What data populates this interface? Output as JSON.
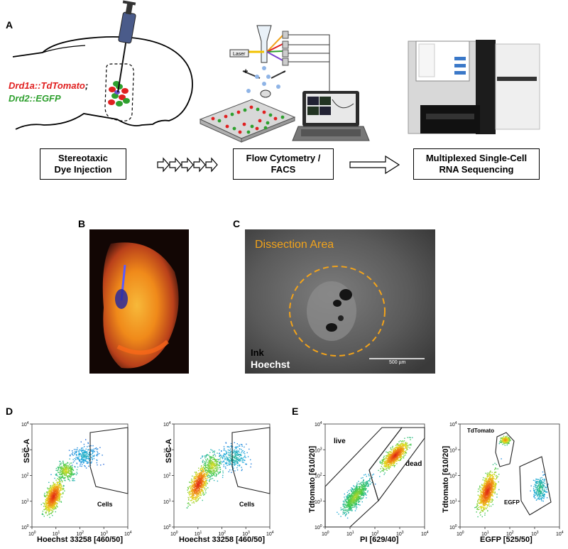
{
  "panels": {
    "A": "A",
    "B": "B",
    "C": "C",
    "D": "D",
    "E": "E"
  },
  "panel_a": {
    "genotype_red": "Drd1a::TdTomato",
    "genotype_sep": ";",
    "genotype_green": "Drd2::EGFP",
    "laser_label": "Laser",
    "plus_sign": "+",
    "minus_sign": "-",
    "steps": [
      "Stereotaxic\nDye Injection",
      "Flow Cytometry /\nFACS",
      "Multiplexed Single-Cell\nRNA Sequencing"
    ]
  },
  "panel_c": {
    "region_label": "Dissection Area",
    "stain_1": "Ink",
    "stain_2": "Hoechst",
    "scale_bar": "500 µm"
  },
  "panel_d": {
    "plots": [
      {
        "ylabel": "SSC-A",
        "xlabel": "Hoechst 33258 [460/50]",
        "gate": "Cells"
      },
      {
        "ylabel": "SSC-A",
        "xlabel": "Hoechst 33258 [460/50]",
        "gate": "Cells"
      }
    ]
  },
  "panel_e": {
    "plots": [
      {
        "ylabel": "Tdtomato [610/20]",
        "xlabel": "PI [629/40]",
        "gates": [
          "live",
          "dead"
        ]
      },
      {
        "ylabel": "Tdtomato [610/20]",
        "xlabel": "EGFP [525/50]",
        "gates": [
          "TdTomato",
          "EGFP"
        ]
      }
    ]
  },
  "axis_ticks": [
    "10",
    "0",
    "1",
    "2",
    "3",
    "4"
  ],
  "colors": {
    "red": "#e02020",
    "green": "#2ea02e",
    "gold": "#f2a31b"
  }
}
